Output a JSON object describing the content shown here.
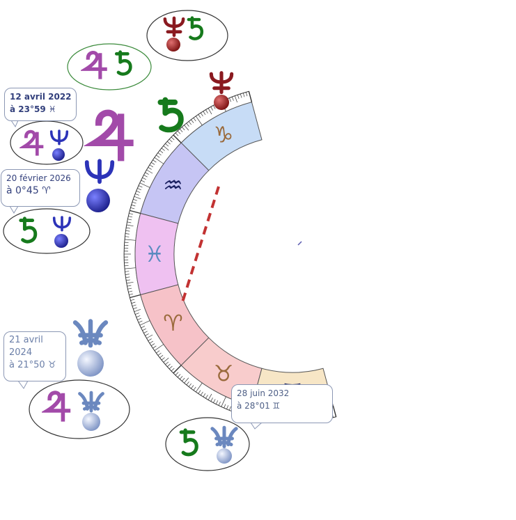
{
  "zodiac_ring": {
    "signs": [
      {
        "name": "capricorn",
        "glyph": "♑",
        "color": "#c7dcf6"
      },
      {
        "name": "aquarius",
        "glyph": "♒",
        "color": "#c6c5f4"
      },
      {
        "name": "pisces",
        "glyph": "♓",
        "color": "#efc1f1"
      },
      {
        "name": "aries",
        "glyph": "♈",
        "color": "#f6c2c8"
      },
      {
        "name": "taurus",
        "glyph": "♉",
        "color": "#f8cccc"
      },
      {
        "name": "gemini",
        "glyph": "♊",
        "color": "#f7e6c6"
      }
    ],
    "glyph_color": "#9a6a3c",
    "aquarius_glyph_color": "#1a2060",
    "gemini_glyph_color": "#1a2060"
  },
  "callouts": {
    "c1": {
      "line1": "12 avril 2022",
      "line2": "à 23°59 ♓"
    },
    "c2": {
      "line1": "20 février 2026",
      "line2": "à 0°45 ♈"
    },
    "c3": {
      "line1": "21 avril",
      "line2": "2024",
      "line3": "à 21°50 ♉"
    },
    "c4": {
      "line1": "28 juin 2032",
      "line2": "à 28°01 ♊"
    }
  },
  "planet_icons": [
    "jupiter-icon",
    "saturn-icon",
    "uranus-icon",
    "neptune-icon",
    "pluto-icon"
  ],
  "colors": {
    "jupiter": "#a24aa9",
    "saturn": "#167a1c",
    "uranus": "#8a1a20",
    "neptune": "#2c33b8",
    "pluto": "#6b88bf",
    "marker": "#c23232"
  }
}
